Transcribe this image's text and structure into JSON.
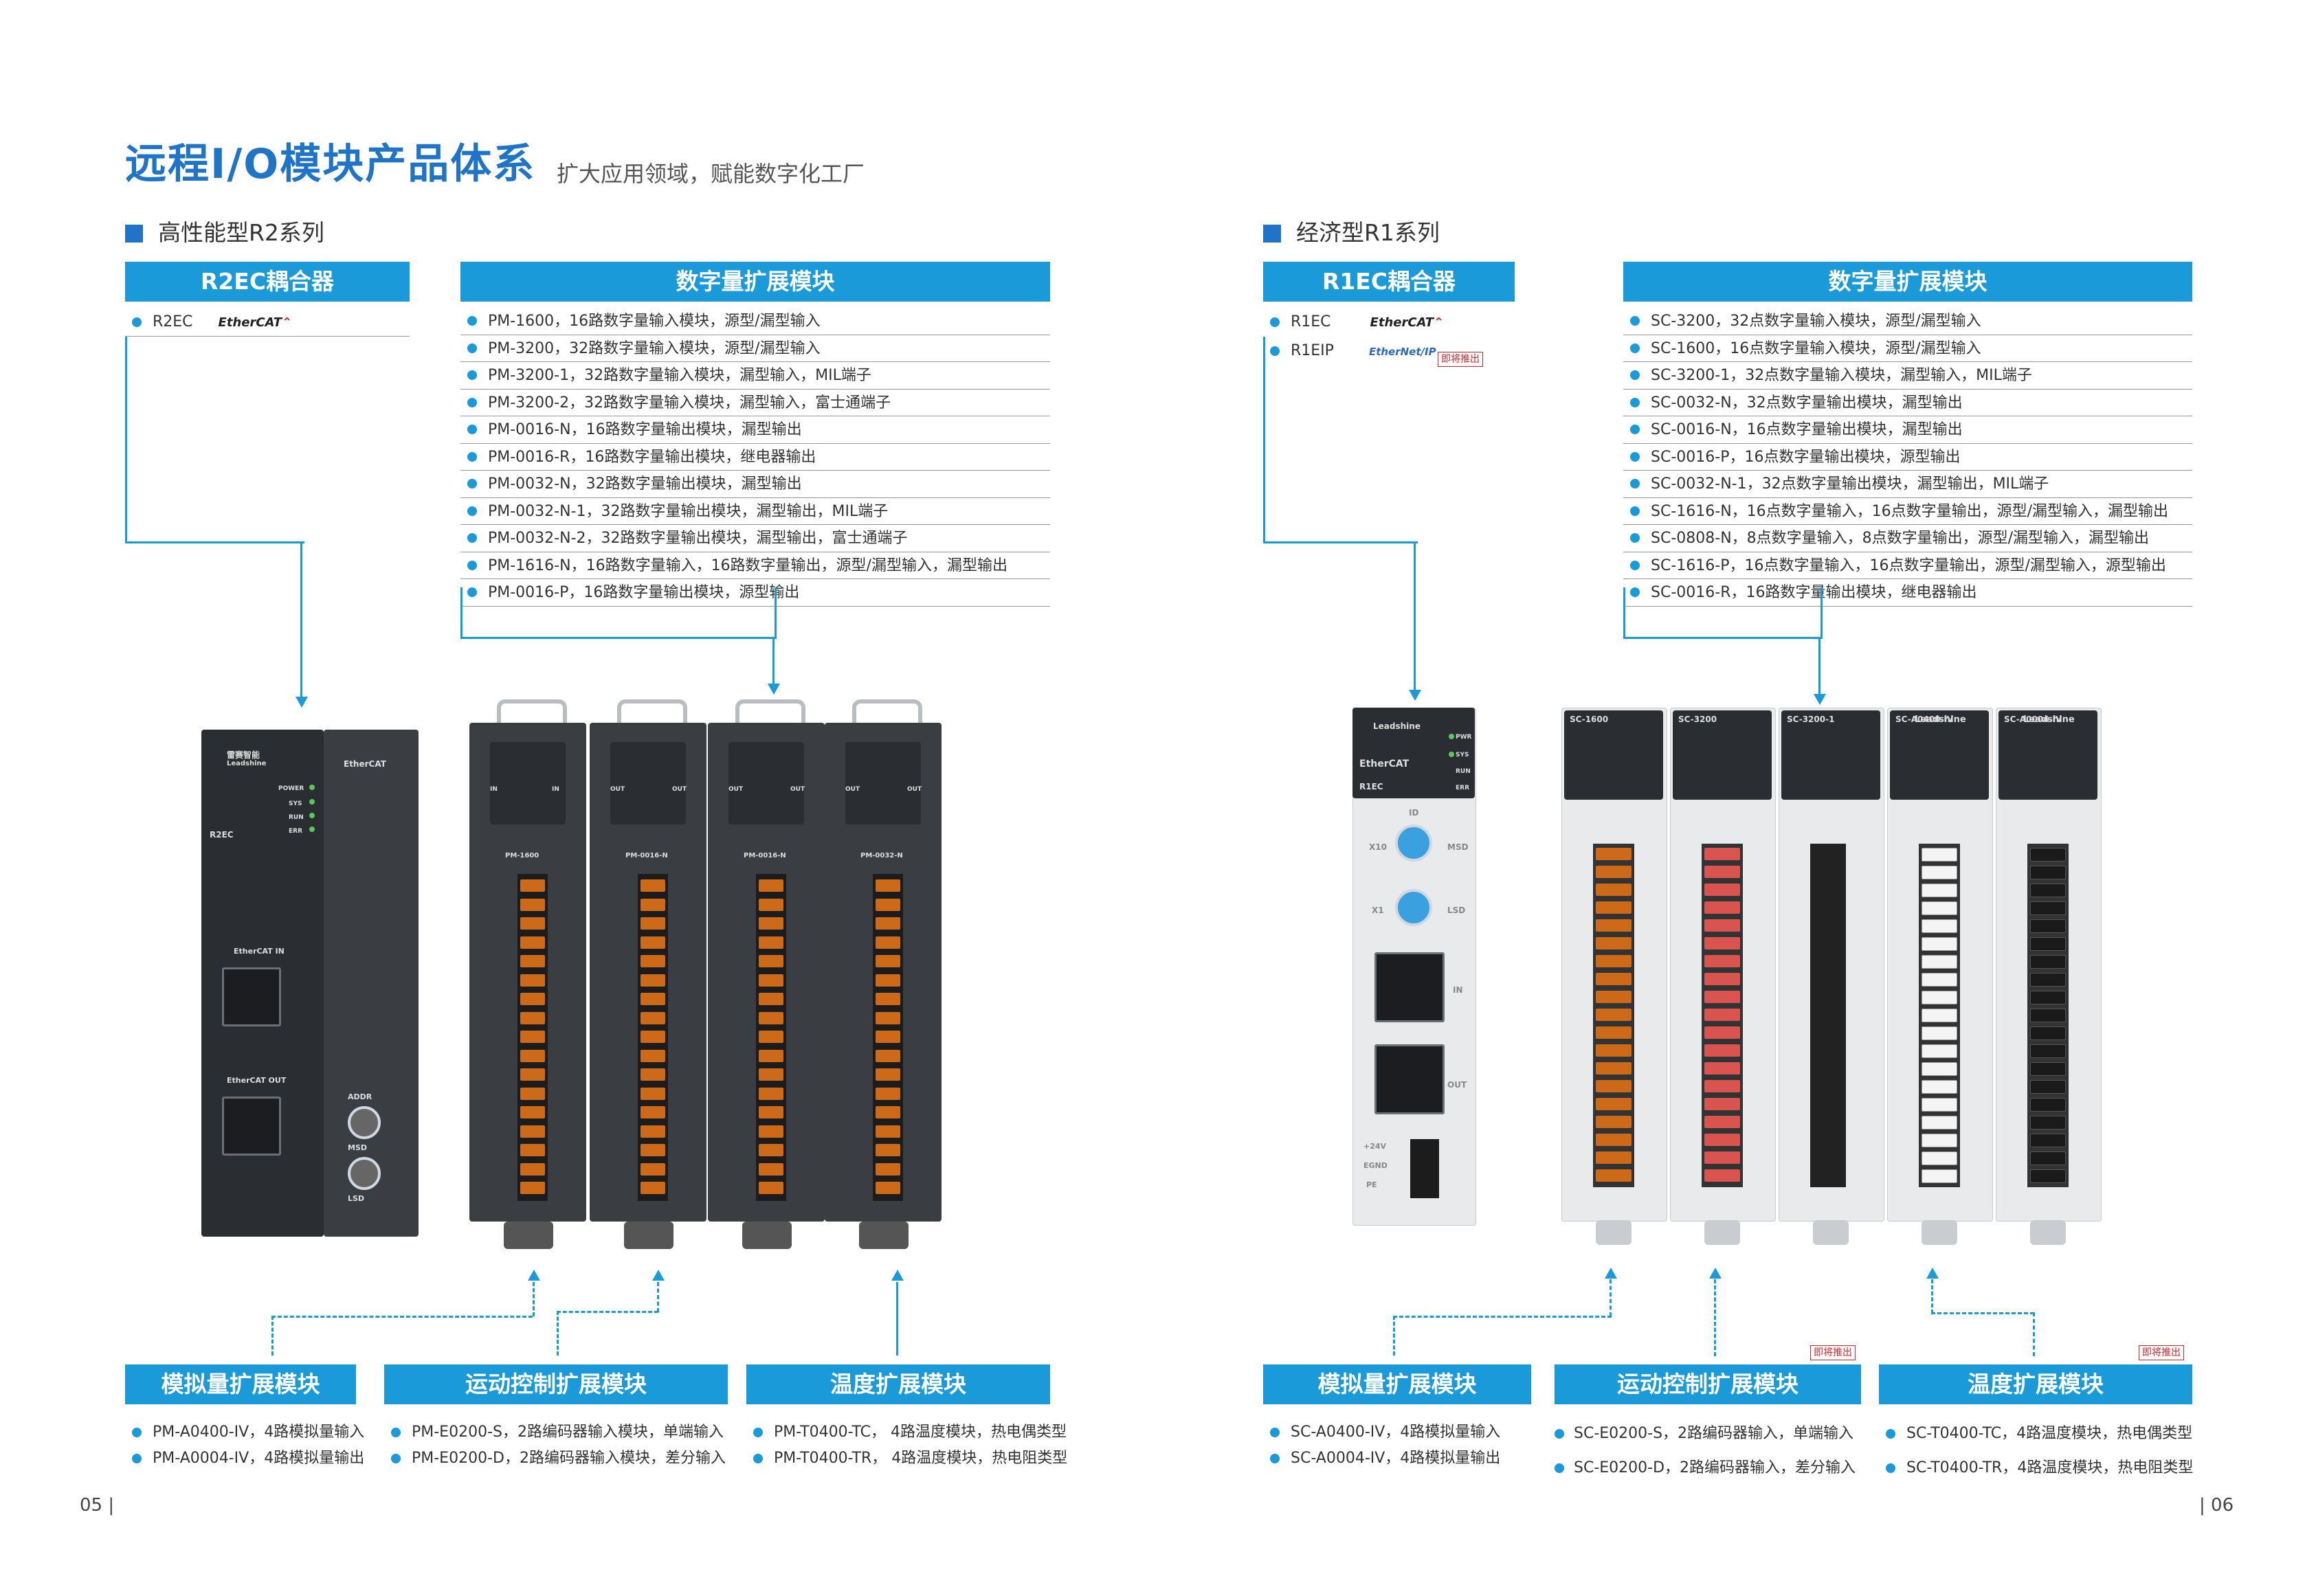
{
  "header": {
    "title": "远程I/O模块产品体系",
    "subtitle": "扩大应用领域，赋能数字化工厂"
  },
  "left": {
    "section": "高性能型R2系列",
    "coupler": {
      "title": "R2EC耦合器",
      "items": [
        {
          "model": "R2EC",
          "protocol": "EtherCAT"
        }
      ]
    },
    "digital": {
      "title": "数字量扩展模块",
      "items": [
        "PM-1600，16路数字量输入模块，源型/漏型输入",
        "PM-3200，32路数字量输入模块，源型/漏型输入",
        "PM-3200-1，32路数字量输入模块，漏型输入，MIL端子",
        "PM-3200-2，32路数字量输入模块，漏型输入，富士通端子",
        "PM-0016-N，16路数字量输出模块，漏型输出",
        "PM-0016-R，16路数字量输出模块，继电器输出",
        "PM-0032-N，32路数字量输出模块，漏型输出",
        "PM-0032-N-1，32路数字量输出模块，漏型输出，MIL端子",
        "PM-0032-N-2，32路数字量输出模块，漏型输出，富士通端子",
        "PM-1616-N，16路数字量输入，16路数字量输出，源型/漏型输入，漏型输出",
        "PM-0016-P，16路数字量输出模块，源型输出"
      ]
    },
    "analog": {
      "title": "模拟量扩展模块",
      "items": [
        "PM-A0400-IV，4路模拟量输入",
        "PM-A0004-IV，4路模拟量输出"
      ]
    },
    "motion": {
      "title": "运动控制扩展模块",
      "items": [
        "PM-E0200-S，2路编码器输入模块，单端输入",
        "PM-E0200-D，2路编码器输入模块，差分输入"
      ]
    },
    "temp": {
      "title": "温度扩展模块",
      "items": [
        "PM-T0400-TC， 4路温度模块，热电偶类型",
        "PM-T0400-TR， 4路温度模块，热电阻类型"
      ]
    },
    "page": "05",
    "devices": {
      "coupler": {
        "brand": "雷赛智能",
        "brand_en": "Leadshine",
        "bus": "EtherCAT",
        "leds": [
          "POWER",
          "SYS",
          "RUN",
          "ERR"
        ],
        "model": "R2EC",
        "port_in": "EtherCAT IN",
        "port_out": "EtherCAT OUT",
        "switches": [
          "ADDR",
          "MSD",
          "LSD"
        ]
      },
      "modules": [
        {
          "model": "PM-1600",
          "top_left": "IN",
          "top_right": "IN"
        },
        {
          "model": "PM-0016-N",
          "top_left": "OUT",
          "top_right": "OUT"
        },
        {
          "model": "PM-0016-N",
          "top_left": "OUT",
          "top_right": "OUT"
        },
        {
          "model": "PM-0032-N",
          "top_left": "OUT",
          "top_right": "OUT"
        }
      ]
    }
  },
  "right": {
    "section": "经济型R1系列",
    "coupler": {
      "title": "R1EC耦合器",
      "items": [
        {
          "model": "R1EC",
          "protocol": "EtherCAT"
        },
        {
          "model": "R1EIP",
          "protocol": "EtherNet/IP",
          "badge": "即将推出"
        }
      ]
    },
    "digital": {
      "title": "数字量扩展模块",
      "items": [
        "SC-3200，32点数字量输入模块，源型/漏型输入",
        "SC-1600，16点数字量输入模块，源型/漏型输入",
        "SC-3200-1，32点数字量输入模块，漏型输入，MIL端子",
        "SC-0032-N，32点数字量输出模块，漏型输出",
        "SC-0016-N，16点数字量输出模块，漏型输出",
        "SC-0016-P，16点数字量输出模块，源型输出",
        "SC-0032-N-1，32点数字量输出模块，漏型输出，MIL端子",
        "SC-1616-N，16点数字量输入，16点数字量输出，源型/漏型输入，漏型输出",
        "SC-0808-N，8点数字量输入，8点数字量输出，源型/漏型输入，漏型输出",
        "SC-1616-P，16点数字量输入，16点数字量输出，源型/漏型输入，源型输出",
        "SC-0016-R，16路数字量输出模块，继电器输出"
      ]
    },
    "analog": {
      "title": "模拟量扩展模块",
      "items": [
        "SC-A0400-IV，4路模拟量输入",
        "SC-A0004-IV，4路模拟量输出"
      ]
    },
    "motion": {
      "title": "运动控制扩展模块",
      "badge": "即将推出",
      "items": [
        "SC-E0200-S，2路编码器输入，单端输入",
        "SC-E0200-D，2路编码器输入，差分输入"
      ]
    },
    "temp": {
      "title": "温度扩展模块",
      "badge": "即将推出",
      "items": [
        "SC-T0400-TC，4路温度模块，热电偶类型",
        "SC-T0400-TR，4路温度模块，热电阻类型"
      ]
    },
    "page": "06",
    "devices": {
      "coupler": {
        "brand": "Leadshine",
        "bus": "EtherCAT",
        "model": "R1EC",
        "leds": [
          "PWR",
          "SYS",
          "RUN",
          "ERR"
        ],
        "labels": [
          "ID",
          "X10",
          "MSD",
          "X1",
          "LSD",
          "IN",
          "OUT",
          "+24V",
          "EGND",
          "PE"
        ]
      },
      "modules": [
        {
          "model": "SC-1600"
        },
        {
          "model": "SC-3200"
        },
        {
          "model": "SC-3200-1"
        },
        {
          "model": "SC-A0400-IV",
          "brand": "Leadshine"
        },
        {
          "model": "SC-A0004-IV",
          "brand": "Leadshine"
        }
      ]
    }
  }
}
